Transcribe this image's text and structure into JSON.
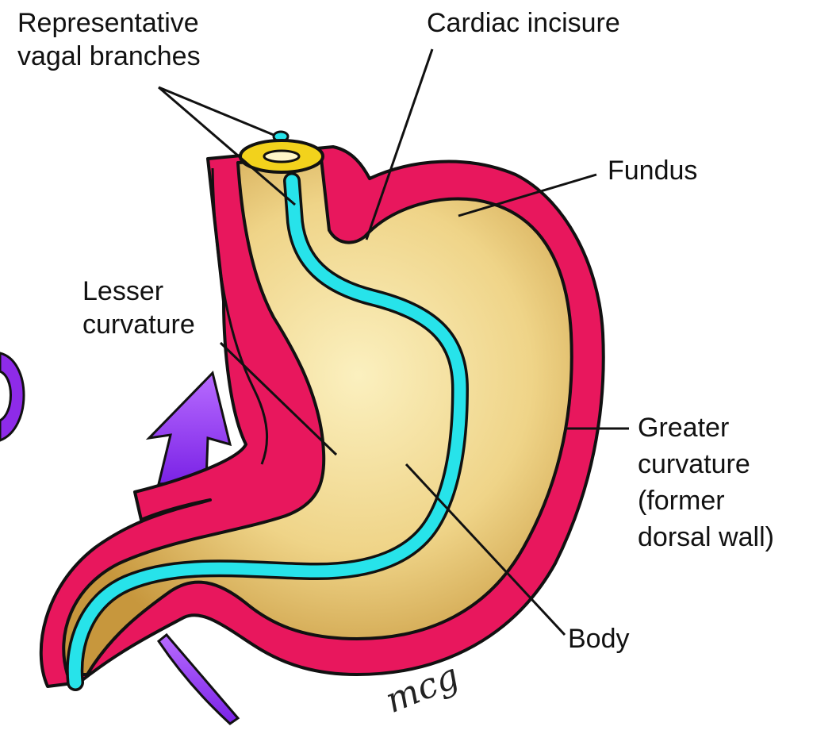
{
  "figure": {
    "labels": {
      "vagal": [
        "Representative",
        "vagal branches"
      ],
      "cardiac": [
        "Cardiac incisure"
      ],
      "fundus": [
        "Fundus"
      ],
      "lesser": [
        "Lesser",
        "curvature"
      ],
      "greater": [
        "Greater",
        "curvature",
        "(former",
        "dorsal wall)"
      ],
      "body": [
        "Body"
      ]
    },
    "signature": "mcg"
  },
  "colors": {
    "wall": "#e8175d",
    "interior": "#e9c36a",
    "nerve": "#27e3ea",
    "rotation_arrow": "#9b3dff",
    "ring": "#f2d21c"
  }
}
